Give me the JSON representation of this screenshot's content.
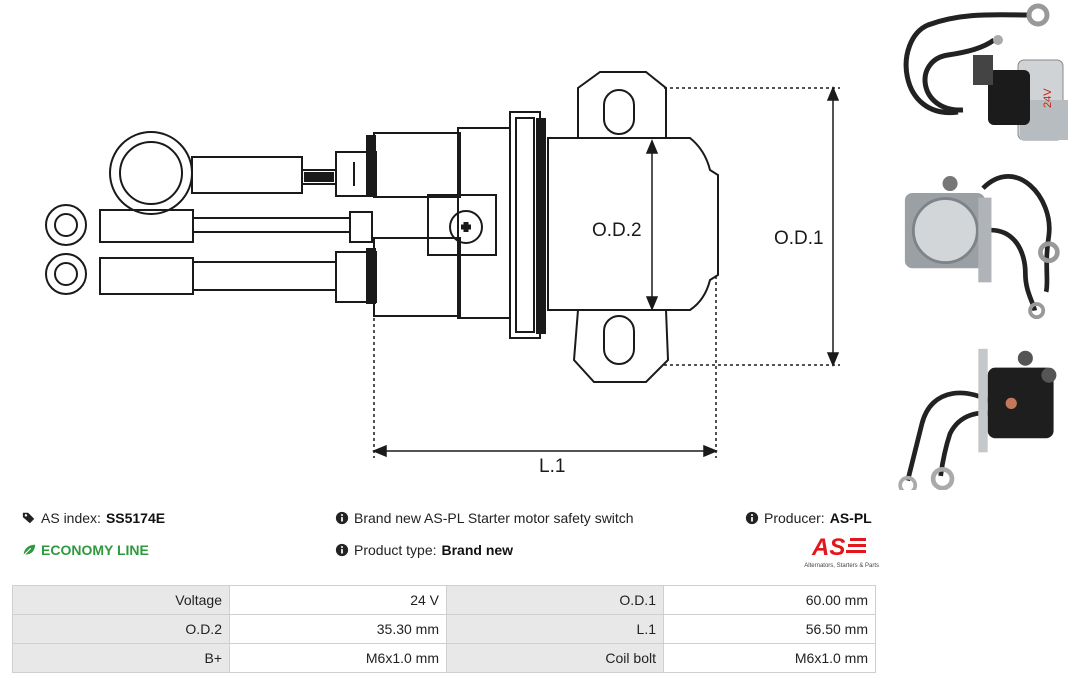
{
  "drawing": {
    "label_od1": "O.D.1",
    "label_od2": "O.D.2",
    "label_l1": "L.1"
  },
  "photos": {
    "voltage_marking": "24V"
  },
  "info": {
    "as_index_label": "AS index:",
    "as_index_value": "SS5174E",
    "economy_line": "ECONOMY LINE",
    "description": "Brand new AS-PL Starter motor safety switch",
    "product_type_label": "Product type:",
    "product_type_value": "Brand new",
    "producer_label": "Producer:",
    "producer_value": "AS-PL"
  },
  "logo": {
    "text": "AS",
    "tagline": "Alternators, Starters & Parts"
  },
  "specs": [
    {
      "label1": "Voltage",
      "value1": "24 V",
      "label2": "O.D.1",
      "value2": "60.00 mm"
    },
    {
      "label1": "O.D.2",
      "value1": "35.30 mm",
      "label2": "L.1",
      "value2": "56.50 mm"
    },
    {
      "label1": "B+",
      "value1": "M6x1.0 mm",
      "label2": "Coil bolt",
      "value2": "M6x1.0 mm"
    }
  ],
  "colors": {
    "economy_green": "#2e9a3d",
    "logo_red": "#e3161b",
    "table_label_bg": "#e8e8e8",
    "line": "#1a1a1a"
  }
}
